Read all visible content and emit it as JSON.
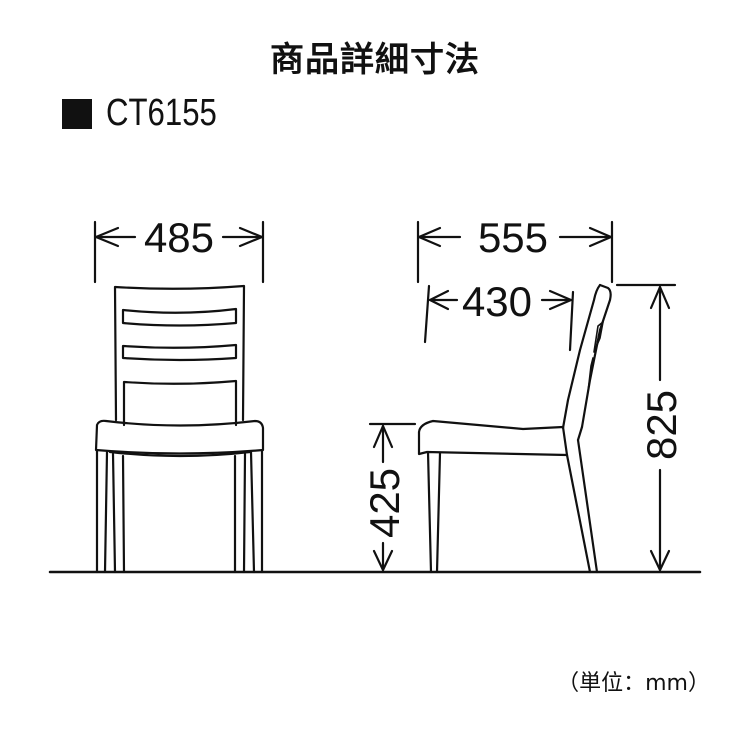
{
  "title": "商品詳細寸法",
  "model": {
    "marker": "■",
    "code": "CT6155"
  },
  "dimensions": {
    "front_width": "485",
    "side_depth": "555",
    "seat_depth": "430",
    "seat_height": "425",
    "total_height": "825"
  },
  "unit_label": "（単位：mm）",
  "colors": {
    "line": "#111111",
    "background": "#ffffff"
  }
}
